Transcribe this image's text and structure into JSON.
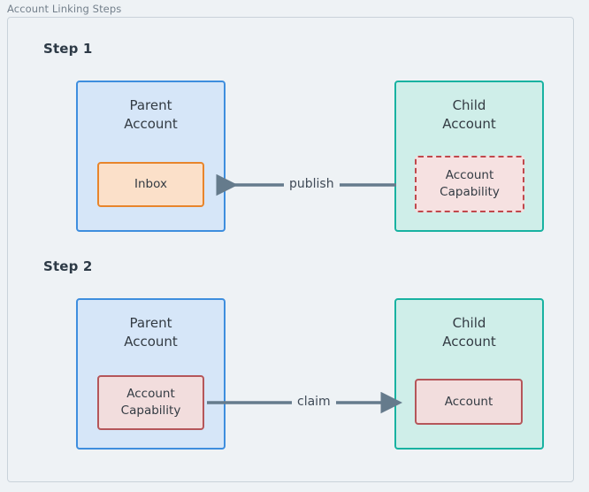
{
  "frame": {
    "label": "Account Linking Steps"
  },
  "colors": {
    "canvas_bg": "#eef2f5",
    "frame_border": "#c9d2da",
    "parent_fill": "#d6e6f8",
    "parent_border": "#3e8ede",
    "child_fill": "#cfeee9",
    "child_border": "#18b2a1",
    "inbox_fill": "#fbe0c9",
    "inbox_border": "#e8852b",
    "capability_dashed_fill": "#f6e1e1",
    "capability_dashed_border": "#c0484c",
    "capability_solid_fill": "#f2dddd",
    "capability_solid_border": "#b5565a",
    "arrow": "#657b8c",
    "text": "#333b43",
    "label_text": "#74808c"
  },
  "steps": [
    {
      "title": "Step 1",
      "parent": {
        "title": "Parent\nAccount",
        "inner": {
          "label": "Inbox",
          "style": "inbox"
        }
      },
      "child": {
        "title": "Child\nAccount",
        "inner": {
          "label": "Account\nCapability",
          "style": "capability-dashed"
        }
      },
      "arrow": {
        "label": "publish",
        "direction": "left"
      }
    },
    {
      "title": "Step 2",
      "parent": {
        "title": "Parent\nAccount",
        "inner": {
          "label": "Account\nCapability",
          "style": "capability-solid"
        }
      },
      "child": {
        "title": "Child\nAccount",
        "inner": {
          "label": "Account",
          "style": "capability-solid"
        }
      },
      "arrow": {
        "label": "claim",
        "direction": "right"
      }
    }
  ]
}
